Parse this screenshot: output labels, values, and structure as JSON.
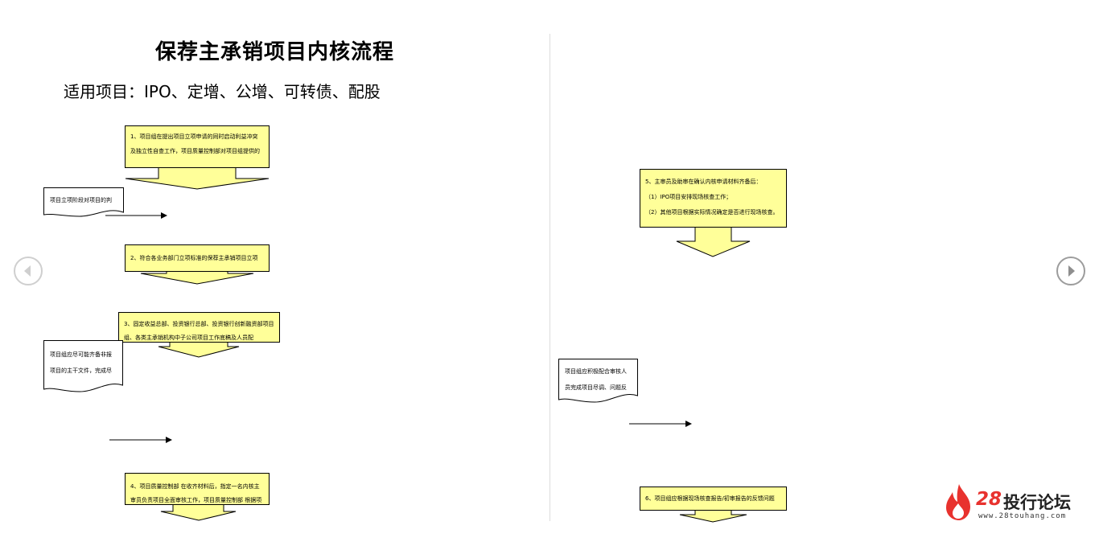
{
  "diagram": {
    "title": "保荐主承销项目内核流程",
    "subtitle": "适用项目：IPO、定增、公增、可转债、配股",
    "steps": [
      {
        "lines": [
          "1、项目组在提出项目立项申请的同时启动利益冲突",
          "及独立性自查工作，项目质量控制部对项目组提供的"
        ]
      },
      {
        "lines": [
          "2、符合各业务部门立项标准的保荐主承销项目立项"
        ]
      },
      {
        "lines": [
          "3、固定收益总部、投资银行总部、投资银行创新融资部项目",
          "组、各类主承销机构中子公司项目工作底稿及人员配"
        ]
      },
      {
        "lines": [
          "4、项目质量控制部 在收齐材料后，指定一名内核主",
          "审员负责项目全面审核工作，项目质量控制部 根据项"
        ]
      },
      {
        "lines": [
          "5、主审员及助审在确认内核申请材料齐备后：",
          "（1）IPO项目安排现场核查工作；",
          "（2）其他项目根据实际情况确定是否进行现场核查。"
        ]
      },
      {
        "lines": [
          "6、项目组应根据现场核查报告/初审报告的反馈问题"
        ]
      }
    ],
    "documents": [
      {
        "lines": [
          "项目立项阶段对项目的判"
        ]
      },
      {
        "lines": [
          "项目组应尽可能齐备非报",
          "项目的主干文件，完成尽"
        ]
      },
      {
        "lines": [
          "项目组应积极配合审核人",
          "员完成项目尽调、问题反"
        ]
      }
    ]
  },
  "nav": {
    "prev": "chevron-left-icon",
    "next": "chevron-right-icon"
  },
  "logo": {
    "number": "28",
    "name": "投行论坛",
    "url": "www.28touhang.com"
  },
  "colors": {
    "box_fill": "#ffff99",
    "logo_flame": "#e8322e",
    "border": "#000000"
  }
}
